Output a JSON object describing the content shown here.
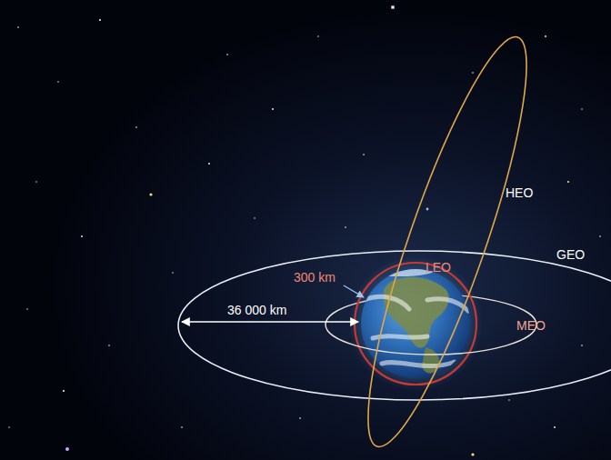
{
  "diagram": {
    "labels": [
      "HEO",
      "GEO",
      "300 km",
      "LEO",
      "36 000 km",
      "MEO"
    ]
  }
}
